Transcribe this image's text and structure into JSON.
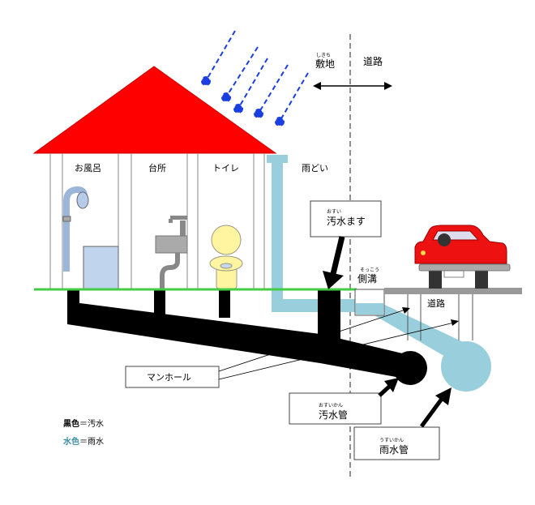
{
  "labels": {
    "site": "敷地",
    "site_ruby": "しきち",
    "road_top": "道路",
    "bath": "お風呂",
    "kitchen": "台所",
    "toilet": "トイレ",
    "gutter": "雨どい",
    "sewer_basin": "汚水ます",
    "sewer_basin_ruby": "おすい",
    "side_ditch": "側溝",
    "side_ditch_ruby": "そっこう",
    "road_section": "道路",
    "manhole": "マンホール",
    "sewer_pipe": "汚水管",
    "sewer_pipe_ruby": "おすいかん",
    "rain_pipe": "雨水管",
    "rain_pipe_ruby": "うすいかん"
  },
  "legend": {
    "black_key": "黒色",
    "black_value": "＝汚水",
    "blue_key": "水色",
    "blue_value": "＝雨水"
  },
  "colors": {
    "roof": "#ff0000",
    "ground": "#44cc44",
    "sewage": "#000000",
    "rain": "#99cfdc",
    "rain_drop": "#1a3ee0",
    "car": "#ee1111"
  }
}
